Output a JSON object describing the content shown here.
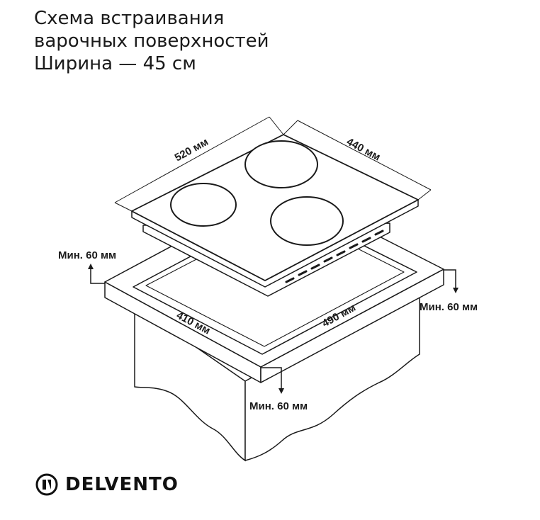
{
  "title": {
    "line1": "Схема встраивания",
    "line2": "варочных поверхностей",
    "line3": "Ширина — 45 см"
  },
  "dimensions": {
    "hob_width": "520 мм",
    "hob_depth": "440 мм",
    "cutout_depth": "410 мм",
    "cutout_width": "490 мм"
  },
  "clearances": {
    "back": "Мин. 60 мм",
    "right": "Мин. 60 мм",
    "front": "Мин. 60 мм"
  },
  "brand": {
    "name": "DELVENTO",
    "logo_icon": "delvento-logo-icon"
  },
  "colors": {
    "line": "#1a1a1a",
    "fill": "#ffffff",
    "text": "#1a1a1a"
  }
}
